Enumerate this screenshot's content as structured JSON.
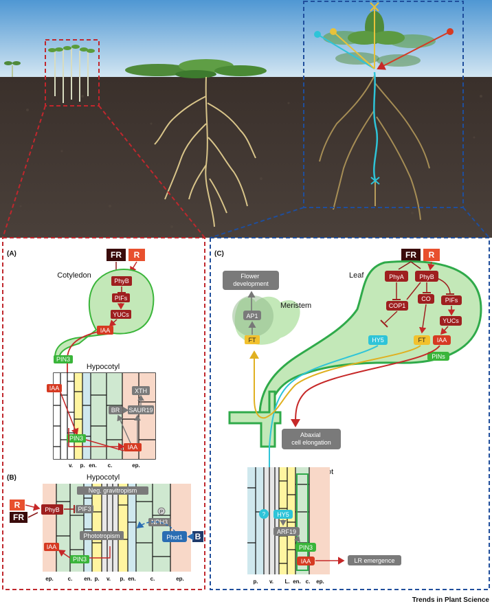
{
  "colors": {
    "sky_top": "#5a9fd6",
    "sky_bottom": "#cfe4f2",
    "soil": "#3f3530",
    "red_dash": "#c0272d",
    "blue_dash": "#1f4e9c",
    "phy_box": "#9e1f1f",
    "auxin": "#d63a22",
    "pin_green": "#3ab53a",
    "hy5_cyan": "#2ec4d8",
    "ft_yellow": "#f2c12e",
    "grey_box": "#7a7a7a",
    "leaf_fill": "#bfe8b4",
    "leaf_stroke": "#2faa4a",
    "phot_blue": "#2a6db3",
    "fr_dark": "#3a0b0b"
  },
  "panel_a": {
    "label": "(A)",
    "fr": "FR",
    "r": "R",
    "organ": "Cotyledon",
    "phyb": "PhyB",
    "pifs": "PIFs",
    "yucs": "YUCs",
    "iaa_top": "IAA",
    "pin3_top": "PIN3",
    "hypocotyl": "Hypocotyl",
    "iaa_mid": "IAA",
    "pin3_mid": "PIN3",
    "br": "BR",
    "xth": "XTH",
    "saur19": "SAUR19",
    "iaa_low": "IAA",
    "tissues": [
      "v.",
      "p.",
      "en.",
      "c.",
      "ep."
    ]
  },
  "panel_b": {
    "label": "(B)",
    "hypocotyl": "Hypocotyl",
    "r": "R",
    "fr": "FR",
    "phyb": "PhyB",
    "pif3": "PIF3",
    "neg_grav": "Neg. gravitropism",
    "p_mark": "P",
    "nph3": "NPH3",
    "phototropism": "Phototropism",
    "phot1": "Phot1",
    "b": "B",
    "iaa": "IAA",
    "pin3": "PIN3",
    "tissues": [
      "ep.",
      "c.",
      "en.",
      "p.",
      "v.",
      "p.",
      "en.",
      "c.",
      "ep."
    ]
  },
  "panel_c": {
    "label": "(C)",
    "fr": "FR",
    "r": "R",
    "flower_dev": "Flower development",
    "meristem": "Meristem",
    "ap1": "AP1",
    "ft_meristem": "FT",
    "leaf": "Leaf",
    "phya": "PhyA",
    "phyb": "PhyB",
    "cop1": "COP1",
    "co": "CO",
    "pifs": "PIFs",
    "yucs": "YUCs",
    "hy5": "HY5",
    "ft": "FT",
    "iaa": "IAA",
    "pins": "PINs",
    "abaxial": "Abaxial cell elongation",
    "root": "Root",
    "q_mark": "?",
    "hy5_root": "HY5",
    "arf19": "ARF19",
    "pin3": "PIN3",
    "iaa_root": "IAA",
    "lr": "LR emergence",
    "tissues": [
      "p.",
      "v.",
      "L.",
      "en.",
      "c.",
      "ep."
    ]
  },
  "credit": "Trends in Plant Science"
}
